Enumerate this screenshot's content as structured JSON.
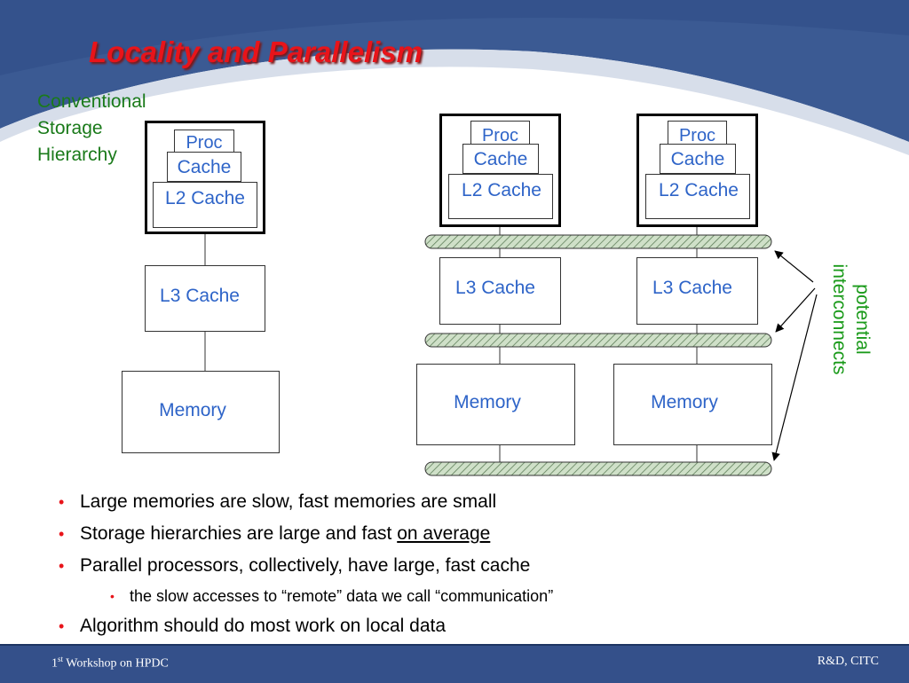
{
  "slide": {
    "title": "Locality and Parallelism",
    "conventional_label": "Conventional Storage Hierarchy",
    "potential_label_line1": "potential",
    "potential_label_line2": "interconnects"
  },
  "conventional": {
    "proc": "Proc",
    "cache": "Cache",
    "l2": "L2 Cache",
    "l3": "L3 Cache",
    "memory": "Memory"
  },
  "parallel": {
    "nodes": [
      {
        "proc": "Proc",
        "cache": "Cache",
        "l2": "L2 Cache",
        "l3": "L3 Cache",
        "memory": "Memory"
      },
      {
        "proc": "Proc",
        "cache": "Cache",
        "l2": "L2 Cache",
        "l3": "L3 Cache",
        "memory": "Memory"
      }
    ]
  },
  "bullets": [
    {
      "text": "Large memories are slow, fast memories are small"
    },
    {
      "text_before": "Storage hierarchies are large and fast ",
      "text_underlined": "on average"
    },
    {
      "text": "Parallel processors, collectively, have large, fast cache"
    },
    {
      "text": "the slow accesses to “remote” data we call “communication”",
      "level": 2
    },
    {
      "text": "Algorithm should do most work on local data"
    }
  ],
  "footer": {
    "left_prefix": "1",
    "left_sup": "st",
    "left_rest": " Workshop on HPDC",
    "right": "R&D, CITC"
  },
  "colors": {
    "title": "#e8141a",
    "label_blue": "#2e64c8",
    "green_text": "#1a7a1a",
    "bus_fill": "#c8dcc0",
    "header_blue": "#34508a"
  }
}
